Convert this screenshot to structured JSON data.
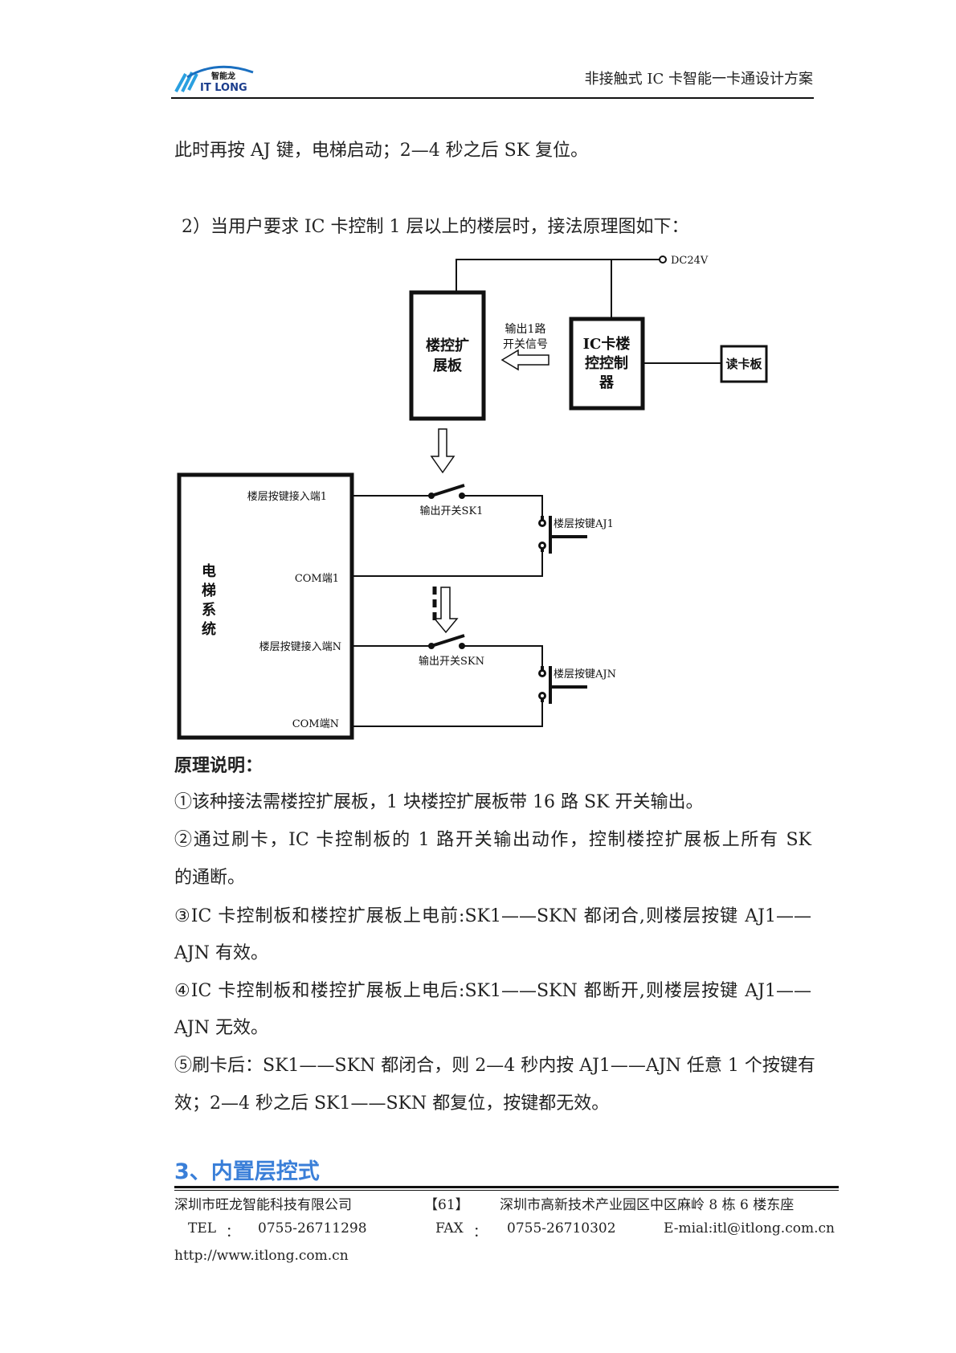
{
  "header": {
    "logo_cn": "智能龙",
    "logo_en": "IT LONG",
    "title": "非接触式 IC 卡智能一卡通设计方案"
  },
  "intro_line": "此时再按 AJ 键，电梯启动；2—4 秒之后 SK 复位。",
  "subheading": "2）当用户要求 IC 卡控制 1 层以上的楼层时，接法原理图如下：",
  "diagram": {
    "power": "DC24V",
    "expansion_board": [
      "楼控扩",
      "展板"
    ],
    "signal_label": [
      "输出1路",
      "开关信号"
    ],
    "controller": [
      "IC卡楼",
      "控控制",
      "器"
    ],
    "reader": "读卡板",
    "elevator_system": [
      "电",
      "梯",
      "系",
      "统"
    ],
    "port_1": "楼层按键接入端1",
    "com_1": "COM端1",
    "port_n": "楼层按键接入端N",
    "com_n": "COM端N",
    "switch_1": "输出开关SK1",
    "switch_n": "输出开关SKN",
    "key_1": "楼层按键AJ1",
    "key_n": "楼层按键AJN"
  },
  "explanation": {
    "title": "原理说明：",
    "lines": [
      "①该种接法需楼控扩展板，1 块楼控扩展板带 16 路 SK 开关输出。",
      "②通过刷卡，IC 卡控制板的 1 路开关输出动作，控制楼控扩展板上所有 SK",
      "的通断。",
      "③IC 卡控制板和楼控扩展板上电前:SK1——SKN 都闭合,则楼层按键 AJ1——",
      "AJN 有效。",
      "④IC 卡控制板和楼控扩展板上电后:SK1——SKN 都断开,则楼层按键 AJ1——",
      "AJN 无效。",
      "⑤刷卡后：SK1——SKN 都闭合，则 2—4 秒内按 AJ1——AJN 任意 1 个按键有",
      "效；2—4 秒之后 SK1——SKN 都复位，按键都无效。"
    ]
  },
  "section_heading": "3、内置层控式",
  "footer": {
    "company": "深圳市旺龙智能科技有限公司",
    "page": "【61】",
    "address": "深圳市高新技术产业园区中区麻岭 8 栋 6 楼东座",
    "tel_label": "TEL",
    "tel": "0755-26711298",
    "fax_label": "FAX",
    "fax": "0755-26710302",
    "colon": "：",
    "email": "E-mial:itl@itlong.com.cn",
    "website": "http://www.itlong.com.cn"
  },
  "colors": {
    "accent": "#3a7fd8",
    "text": "#222222"
  }
}
